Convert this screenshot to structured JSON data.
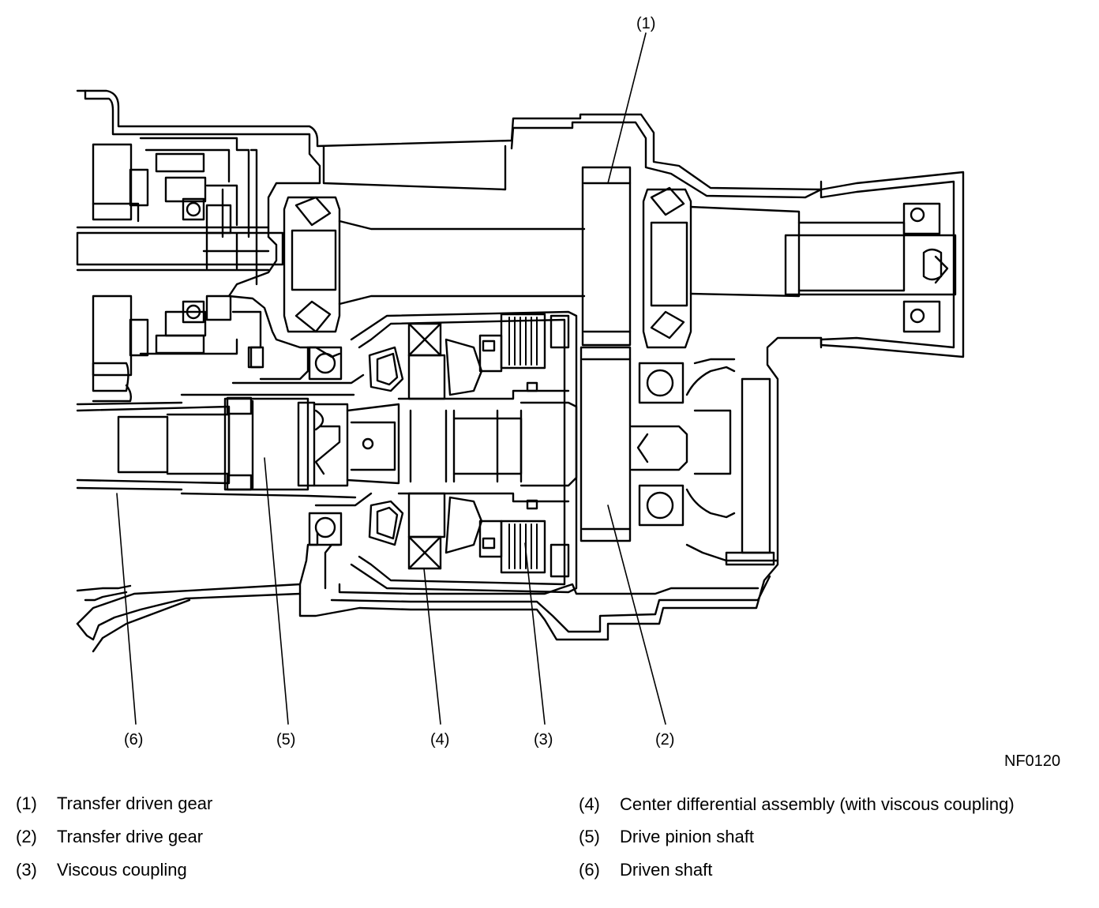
{
  "callouts": [
    "(1)",
    "(2)",
    "(3)",
    "(4)",
    "(5)",
    "(6)"
  ],
  "figure_code": "NF0120",
  "legend": [
    {
      "num": "(1)",
      "text": "Transfer driven gear"
    },
    {
      "num": "(2)",
      "text": "Transfer drive gear"
    },
    {
      "num": "(3)",
      "text": "Viscous coupling"
    },
    {
      "num": "(4)",
      "text": "Center differential assembly (with viscous coupling)"
    },
    {
      "num": "(5)",
      "text": "Drive pinion shaft"
    },
    {
      "num": "(6)",
      "text": "Driven shaft"
    }
  ]
}
